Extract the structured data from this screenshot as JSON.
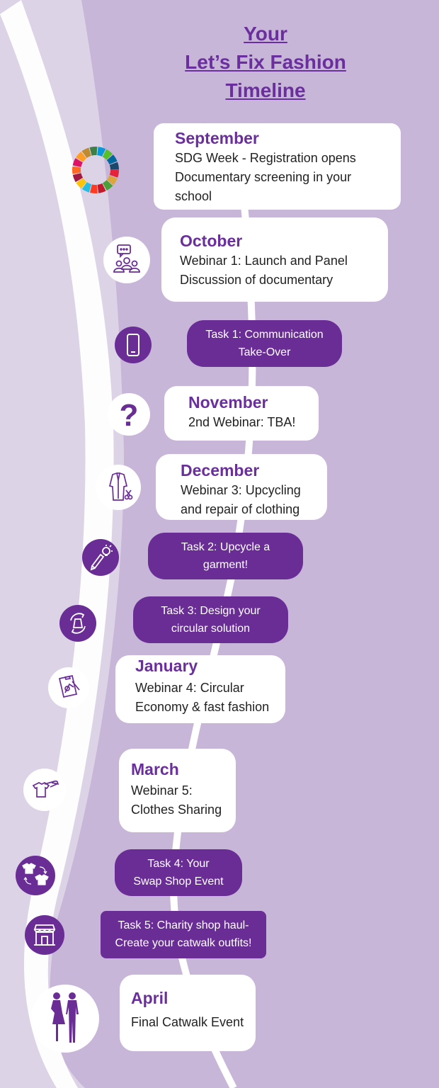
{
  "title": {
    "line1": "Your ",
    "line2": "Let’s Fix Fashion",
    "line3": "Timeline"
  },
  "events": [
    {
      "month": "September",
      "lines": [
        "SDG Week - Registration opens",
        "Documentary screening in your",
        "school"
      ],
      "icon": "sdg-wheel-icon"
    },
    {
      "month": "October",
      "lines": [
        "Webinar 1: Launch and Panel",
        "Discussion of documentary"
      ],
      "icon": "discussion-group-icon"
    },
    {
      "month": "November",
      "lines": [
        "2nd Webinar: TBA!"
      ],
      "icon": "question-mark-icon"
    },
    {
      "month": "December",
      "lines": [
        "Webinar 3: Upcycling",
        "and repair of clothing"
      ],
      "icon": "sewing-coat-icon"
    },
    {
      "month": "January",
      "lines": [
        "Webinar 4: Circular",
        "Economy & fast fashion"
      ],
      "icon": "clipboard-design-icon"
    },
    {
      "month": "March",
      "lines": [
        "Webinar 5:",
        "Clothes Sharing"
      ],
      "icon": "hand-tshirt-icon"
    },
    {
      "month": "April",
      "lines": [
        "Final Catwalk Event"
      ],
      "icon": "catwalk-models-icon"
    }
  ],
  "tasks": [
    {
      "lines": [
        "Task 1: Communication",
        "Take-Over"
      ],
      "icon": "smartphone-icon"
    },
    {
      "lines": [
        "Task 2: Upcycle a",
        "garment!"
      ],
      "icon": "pencil-lightbulb-icon"
    },
    {
      "lines": [
        "Task 3: Design your",
        "circular solution"
      ],
      "icon": "circular-design-icon"
    },
    {
      "lines": [
        "Task 4: Your",
        "Swap Shop Event"
      ],
      "icon": "tshirt-swap-icon"
    },
    {
      "lines": [
        "Task 5: Charity shop haul-",
        "Create your catwalk outfits!"
      ],
      "icon": "charity-shop-icon"
    }
  ],
  "colors": {
    "background": "#c8b6d9",
    "light_band": "#ddd3e6",
    "accent_purple": "#6a2d96",
    "title_purple": "#6a2f9c"
  }
}
